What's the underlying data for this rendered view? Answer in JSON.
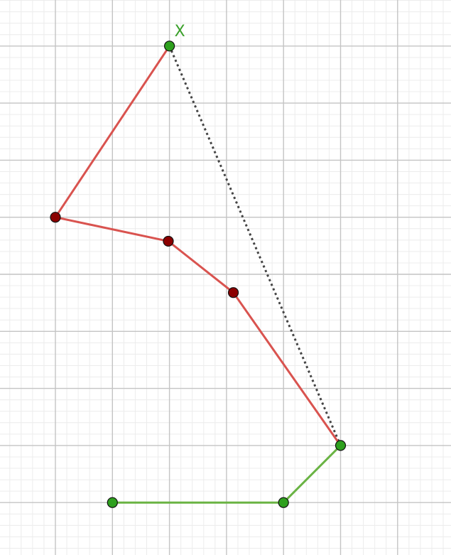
{
  "graph": {
    "fixed_points": [
      {
        "id": "A",
        "x": 1,
        "y": 1
      },
      {
        "id": "B",
        "x": 4,
        "y": 1
      },
      {
        "id": "C",
        "x": 5,
        "y": 2
      },
      {
        "id": "X",
        "x": 2,
        "y": 9
      }
    ],
    "path_points": [
      {
        "id": "P1",
        "x": 0,
        "y": 6
      },
      {
        "id": "P2",
        "x": 1.98,
        "y": 5.58
      },
      {
        "id": "P3",
        "x": 3.12,
        "y": 4.68
      }
    ],
    "label": "X",
    "colors": {
      "path": "#d9534f",
      "fixed_segment": "#6ab344",
      "dotted_segment": "#444444",
      "label": "#3aa02a",
      "fixed_point_fill": "#2ea01e",
      "path_point_fill": "#8b0000"
    }
  }
}
